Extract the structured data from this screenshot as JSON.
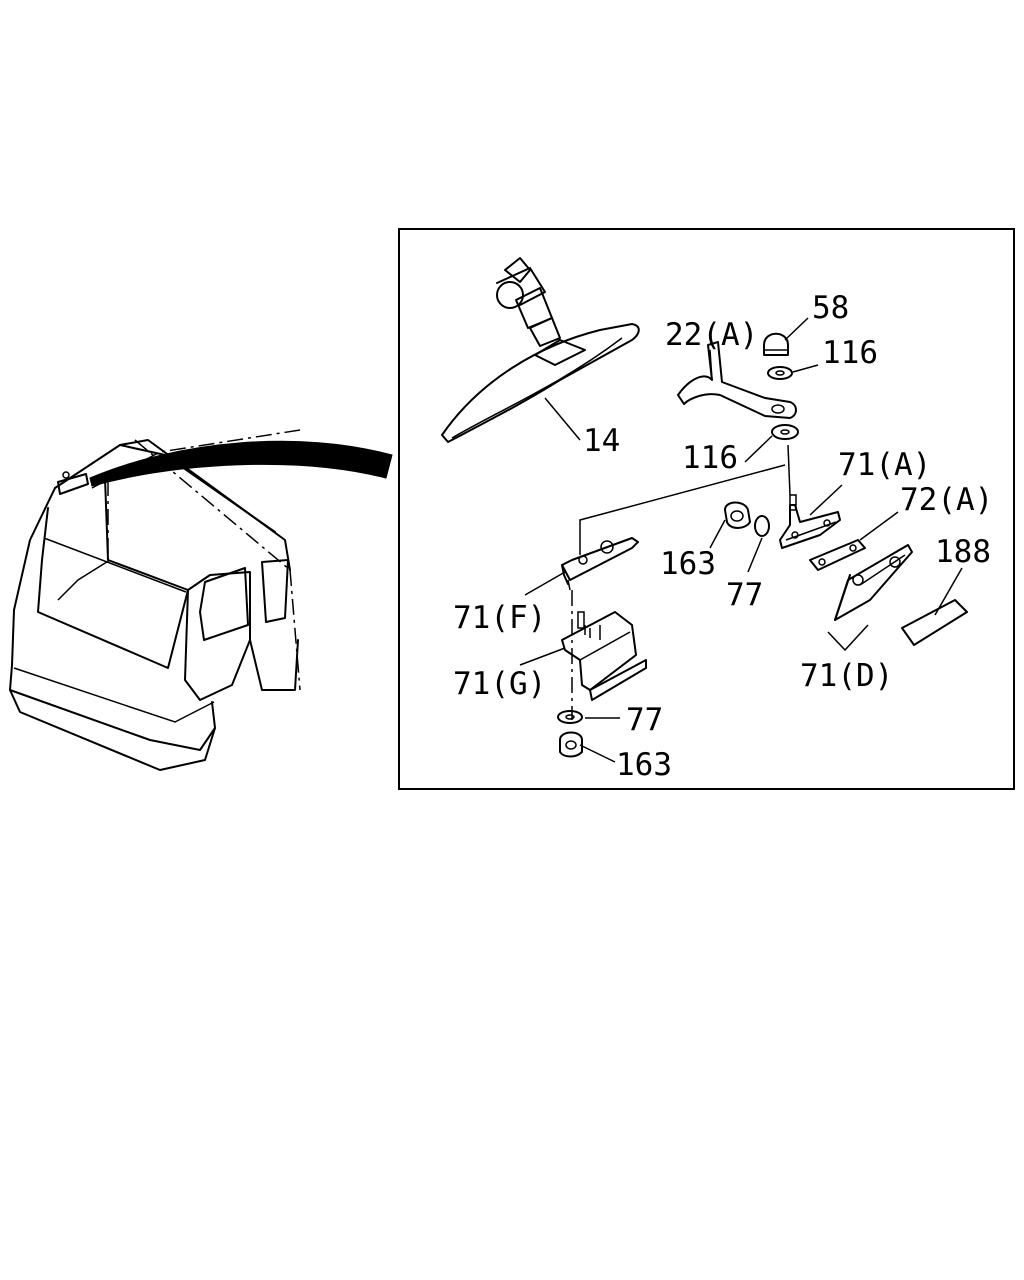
{
  "labels": {
    "p14": "14",
    "p22a": "22(A)",
    "p58": "58",
    "p116_top": "116",
    "p116_mid": "116",
    "p71a": "71(A)",
    "p72a": "72(A)",
    "p188": "188",
    "p163_mid": "163",
    "p77_mid": "77",
    "p71f": "71(F)",
    "p71g": "71(G)",
    "p71d": "71(D)",
    "p77_bot": "77",
    "p163_bot": "163"
  }
}
